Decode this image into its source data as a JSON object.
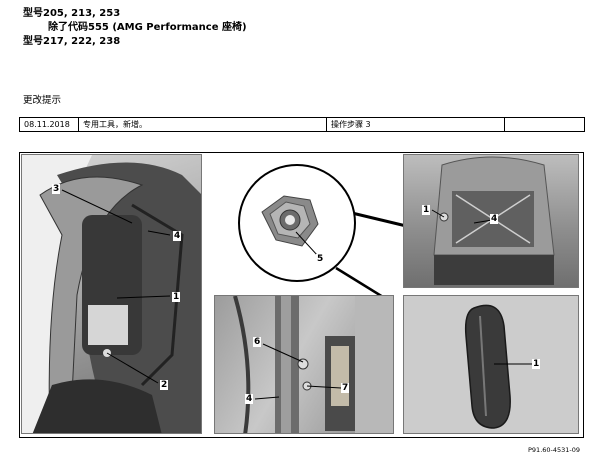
{
  "header": {
    "line1": "型号205, 213, 253",
    "line2": "除了代码555 (AMG Performance 座椅)",
    "line3": "型号217, 222, 238"
  },
  "change_notes": {
    "title": "更改提示",
    "row": {
      "date": "08.11.2018",
      "note": "专用工具，新增。",
      "step": "操作步骤 3",
      "extra": ""
    }
  },
  "figure": {
    "panel1_labels": [
      "3",
      "4",
      "1",
      "2"
    ],
    "panel2_labels": [
      "5"
    ],
    "panel3_labels": [
      "6",
      "7",
      "4"
    ],
    "panel4_labels": [
      "1",
      "4"
    ],
    "panel5_labels": [
      "1"
    ],
    "reference": "P91.60-4531-09"
  }
}
